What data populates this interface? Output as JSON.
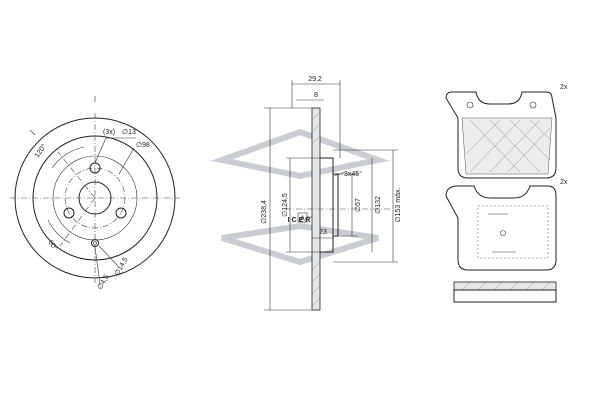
{
  "brand": {
    "watermark": "ICER"
  },
  "disc_front": {
    "holes_label": "(3x)",
    "hole_diameter": "∅13",
    "pcd": "∅98",
    "angle_1": "120°",
    "angle_2": "60°",
    "hole_small": "∅14,5",
    "hole_smallest": "∅4,5"
  },
  "disc_section": {
    "total_height": "29,2",
    "disc_thickness": "8",
    "chamfer": "3x45°",
    "outer_diameter": "∅238,4",
    "hub_diameter": "∅124,5",
    "bore_diameter": "∅57",
    "hat_diameter": "∅132",
    "max_diameter": "∅153 máx.",
    "hat_depth": "23",
    "datum": "A"
  },
  "pads": {
    "qty_top": "2x",
    "qty_bottom": "2x"
  }
}
